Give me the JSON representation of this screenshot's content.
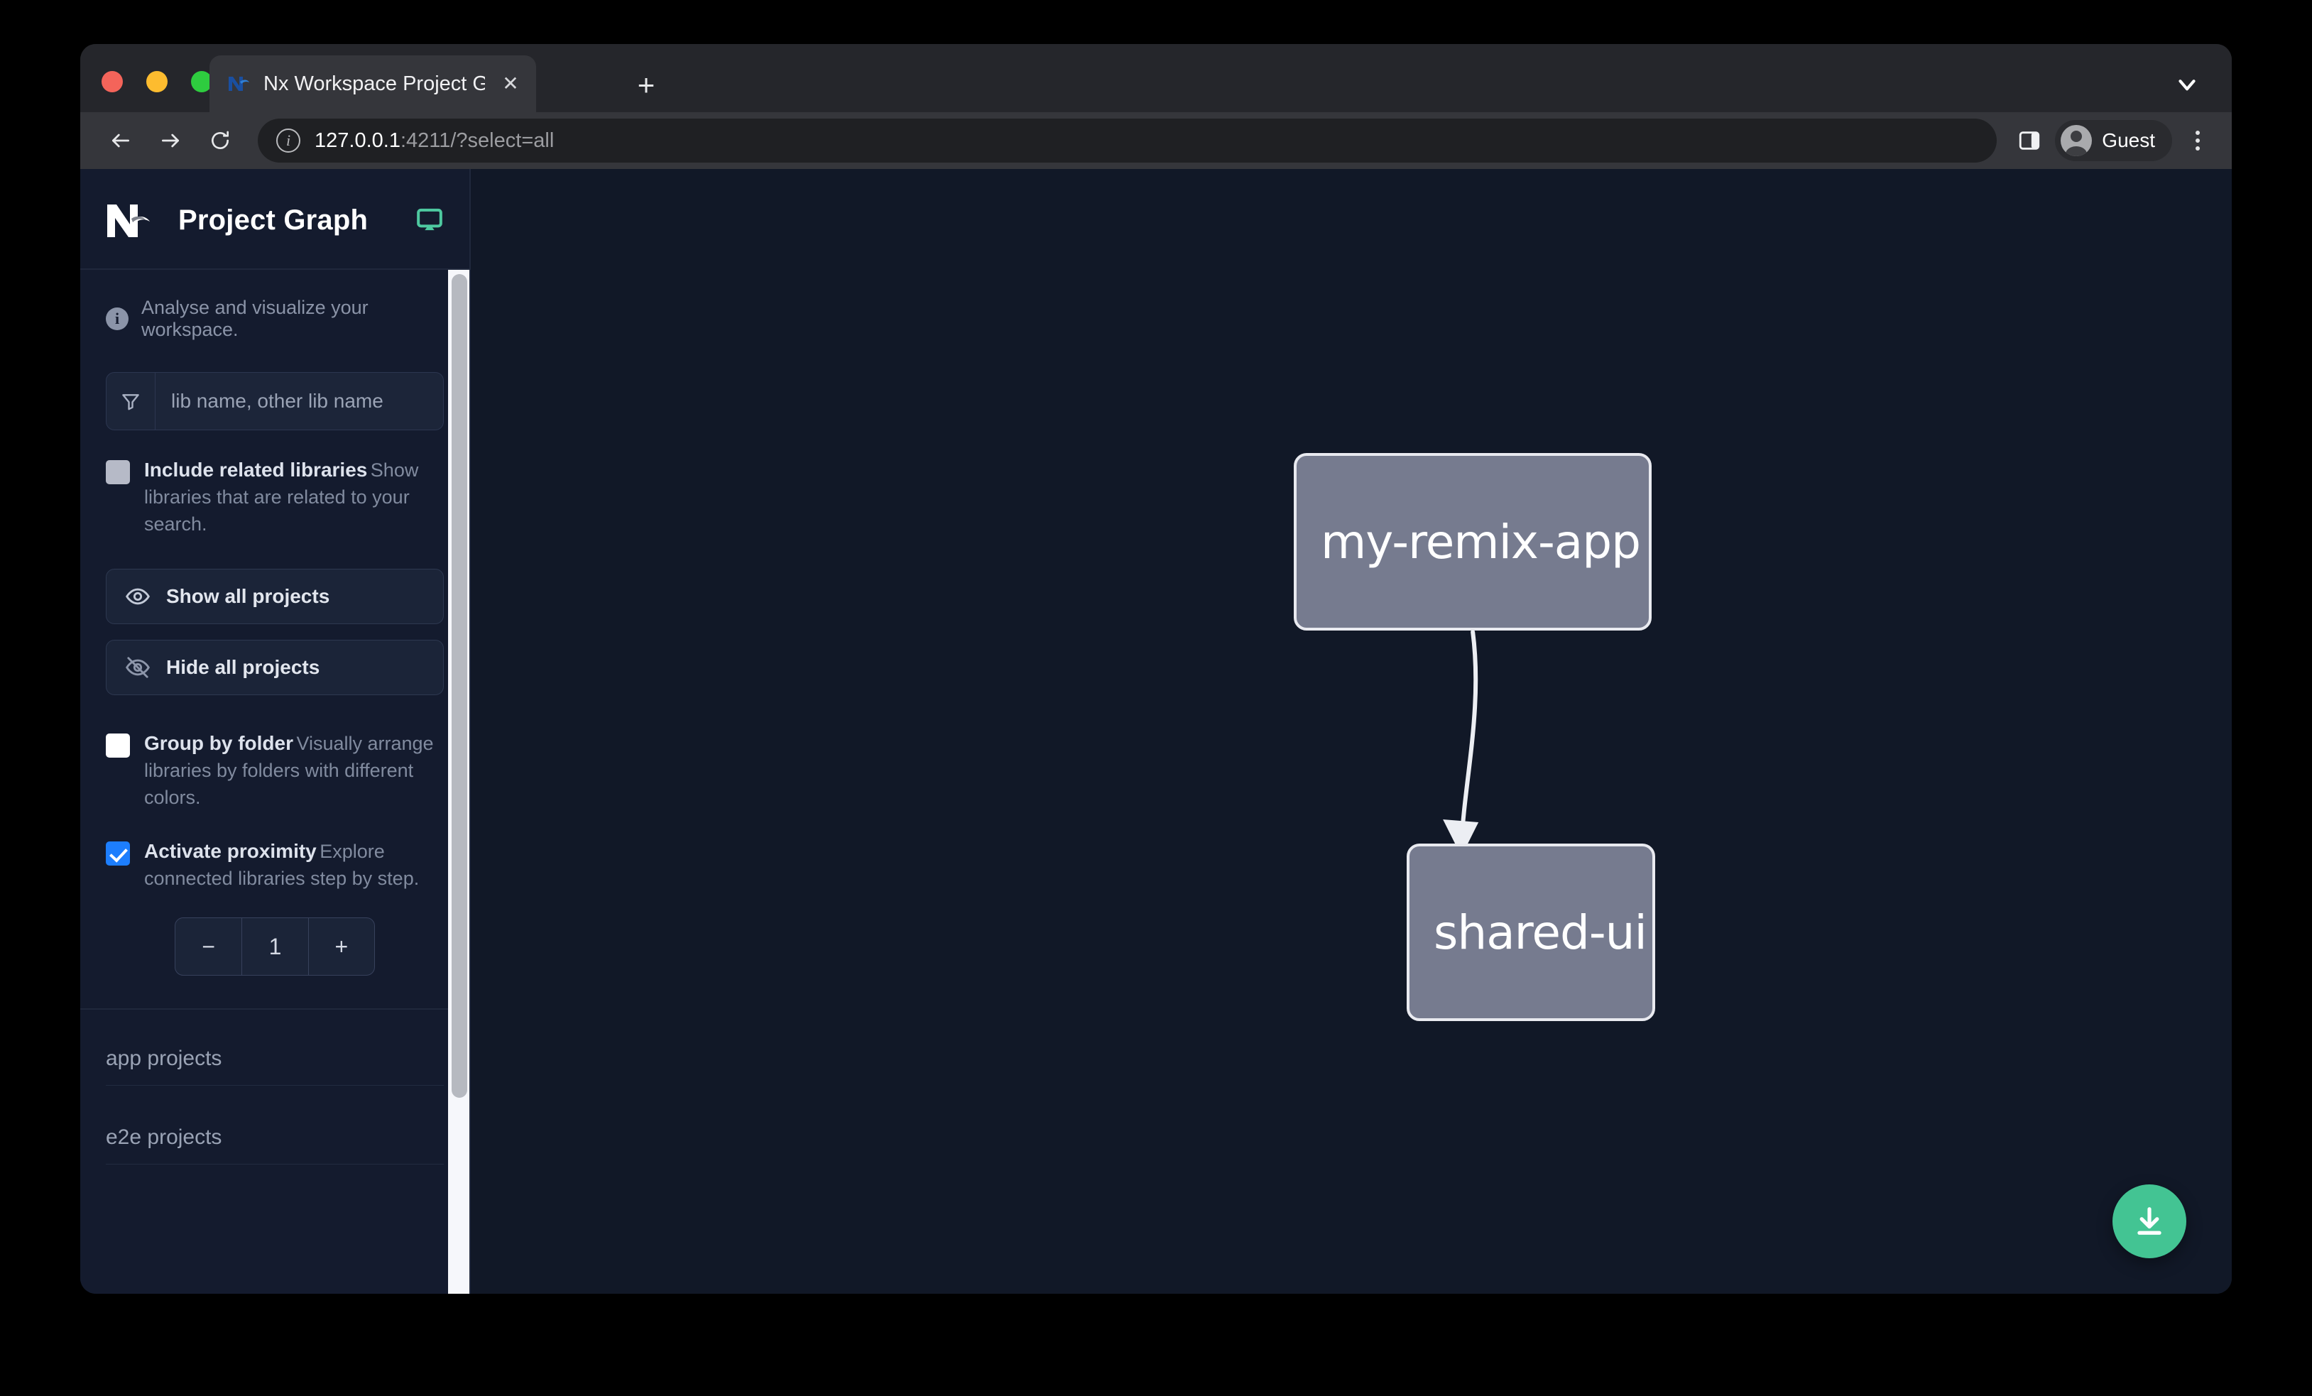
{
  "browser": {
    "tab": {
      "title": "Nx Workspace Project Graph",
      "favicon": "nx-favicon",
      "close_label": "✕"
    },
    "new_tab_label": "+",
    "tabstrip_chevron": "chevron-down-icon",
    "url": {
      "host": "127.0.0.1",
      "rest": ":4211/?select=all",
      "info_glyph": "i"
    },
    "profile": {
      "label": "Guest"
    },
    "traffic_lights": [
      "close",
      "minimize",
      "zoom"
    ]
  },
  "sidebar": {
    "logo": "nx-logo",
    "title": "Project Graph",
    "monitor_icon": "monitor-icon",
    "note": {
      "icon_glyph": "i",
      "text": "Analyse and visualize your workspace."
    },
    "search": {
      "icon": "filter-funnel-icon",
      "placeholder": "lib name, other lib name",
      "value": ""
    },
    "options": [
      {
        "id": "include-related-libraries",
        "label": "Include related libraries",
        "description": "Show libraries that are related to your search.",
        "checked": false,
        "style": "grey"
      },
      {
        "id": "group-by-folder",
        "label": "Group by folder",
        "description": "Visually arrange libraries by folders with different colors.",
        "checked": false,
        "style": "white"
      },
      {
        "id": "activate-proximity",
        "label": "Activate proximity",
        "description": "Explore connected libraries step by step.",
        "checked": true,
        "style": "blue"
      }
    ],
    "buttons": [
      {
        "id": "show-all-projects",
        "label": "Show all projects",
        "icon": "eye-icon"
      },
      {
        "id": "hide-all-projects",
        "label": "Hide all projects",
        "icon": "eye-slash-icon"
      }
    ],
    "stepper": {
      "decrement_label": "−",
      "value": "1",
      "increment_label": "+"
    },
    "sections": [
      {
        "id": "app-projects",
        "label": "app projects"
      },
      {
        "id": "e2e-projects",
        "label": "e2e projects"
      }
    ]
  },
  "canvas": {
    "background": "#111827",
    "download_button": {
      "icon": "download-icon",
      "color": "#43c493"
    }
  },
  "graph_data": {
    "type": "directed-graph",
    "nodes": [
      {
        "id": "my-remix-app",
        "label": "my-remix-app",
        "fill": "#767b8f",
        "stroke": "#e9eaf0"
      },
      {
        "id": "shared-ui",
        "label": "shared-ui",
        "fill": "#767b8f",
        "stroke": "#e9eaf0"
      }
    ],
    "edges": [
      {
        "from": "my-remix-app",
        "to": "shared-ui",
        "arrow": true,
        "color": "#eceef3"
      }
    ]
  },
  "colors": {
    "accent_green": "#43c493",
    "accent_blue": "#1d7efd",
    "canvas_bg": "#111827",
    "sidebar_bg": "#141b2e"
  }
}
